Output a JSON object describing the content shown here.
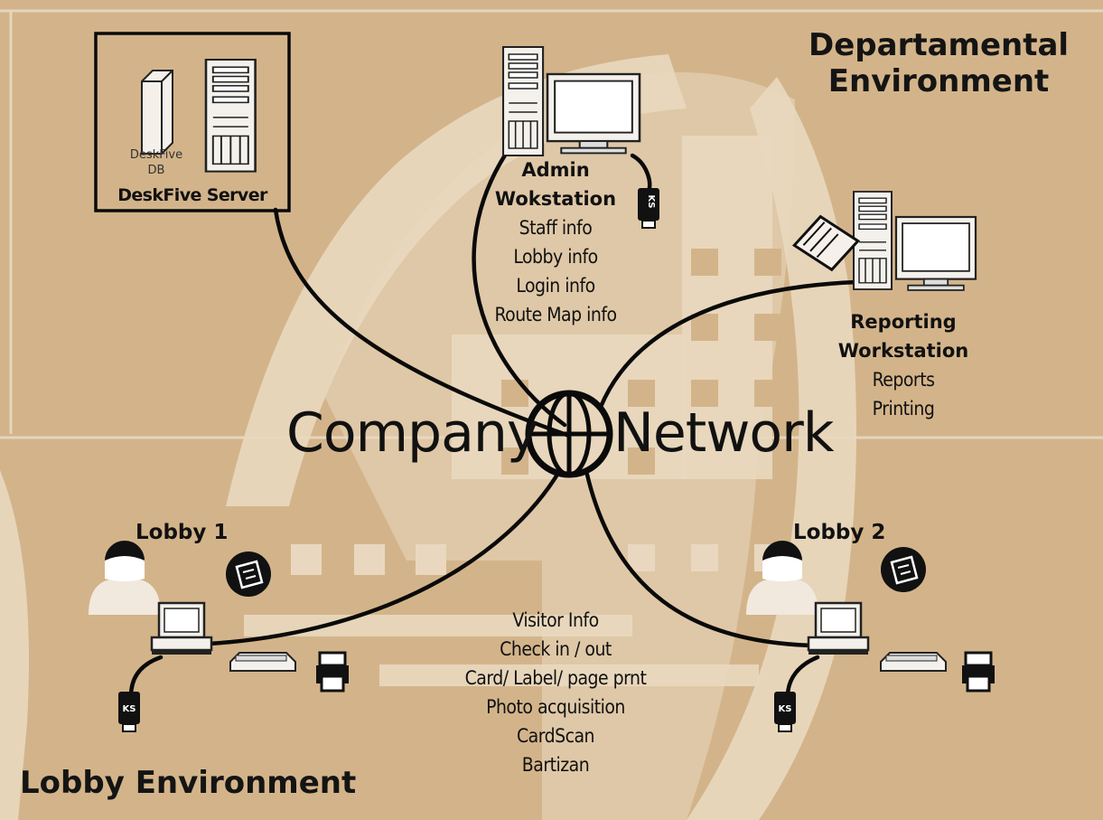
{
  "title_departmental": [
    "Departamental",
    "Environment"
  ],
  "title_lobby": "Lobby Environment",
  "network": {
    "left": "Company",
    "right": "Network"
  },
  "server": {
    "title": "DeskFive Server",
    "db_label": [
      "DeskFive",
      "DB"
    ]
  },
  "admin": {
    "title": [
      "Admin",
      "Wokstation"
    ],
    "items": [
      "Staff info",
      "Lobby info",
      "Login info",
      "Route Map info"
    ]
  },
  "reporting": {
    "title": [
      "Reporting",
      "Workstation"
    ],
    "items": [
      "Reports",
      "Printing"
    ]
  },
  "lobby1": {
    "title": "Lobby 1",
    "ks": "KS"
  },
  "lobby2": {
    "title": "Lobby 2",
    "ks": "KS"
  },
  "admin_ks": "KS",
  "lobby_functions": [
    "Visitor Info",
    "Check in / out",
    "Card/ Label/ page prnt",
    "Photo acquisition",
    "CardScan",
    "Bartizan"
  ],
  "colors": {
    "background": "#d3b48a",
    "building": "#e9d8bf",
    "ink": "#111111"
  }
}
